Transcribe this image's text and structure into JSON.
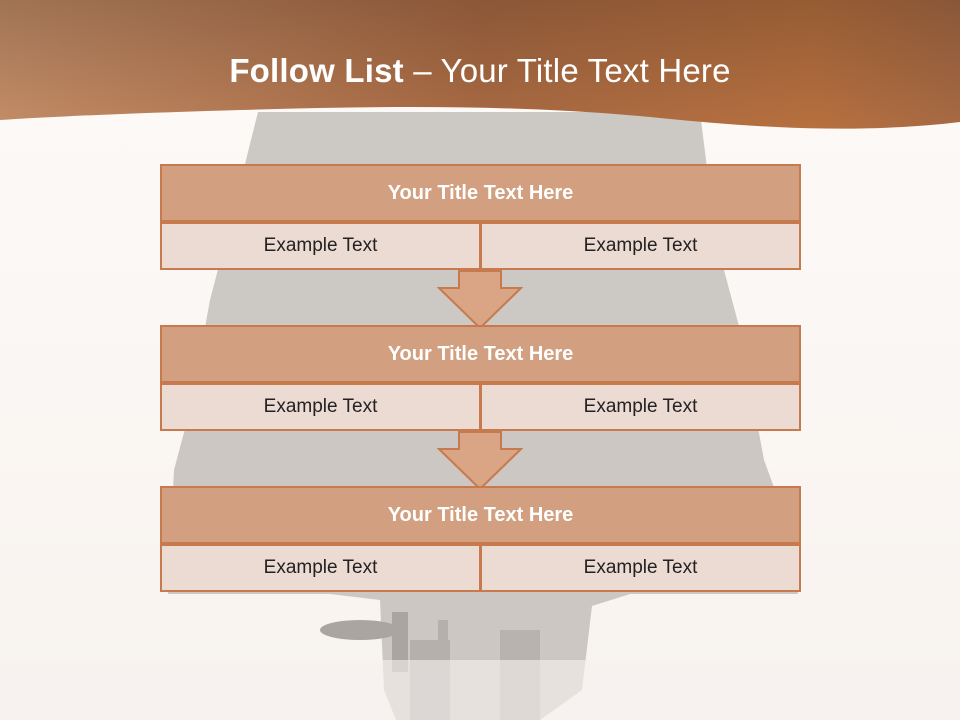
{
  "slide": {
    "title_bold": "Follow List",
    "title_rest": " – Your Title Text Here"
  },
  "steps": [
    {
      "title": "Your Title Text Here",
      "left_text": "Example Text",
      "right_text": "Example Text"
    },
    {
      "title": "Your Title Text Here",
      "left_text": "Example Text",
      "right_text": "Example Text"
    },
    {
      "title": "Your Title Text Here",
      "left_text": "Example Text",
      "right_text": "Example Text"
    }
  ],
  "colors": {
    "header_band": "#b97448",
    "box_title_fill": "#d2a080",
    "box_border": "#c77a4d",
    "box_cell_fill": "#ecdbd3",
    "arrow_fill": "#d9a585"
  }
}
